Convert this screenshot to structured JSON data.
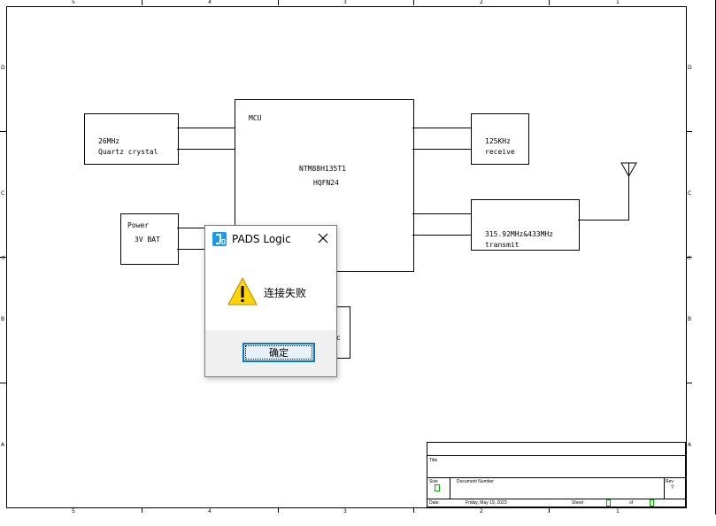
{
  "sheet": {
    "columns_top": [
      "5",
      "4",
      "3",
      "2",
      "1"
    ],
    "columns_bottom": [
      "5",
      "4",
      "3",
      "2",
      "1"
    ],
    "rows_left": [
      "D",
      "C",
      "B",
      "A"
    ],
    "rows_right": [
      "D",
      "C",
      "B",
      "A"
    ]
  },
  "blocks": {
    "crystal": {
      "line1": "26MHz",
      "line2": "Quartz crystal"
    },
    "power": {
      "line1": "Power",
      "line2": "3V BAT"
    },
    "mcu": {
      "label": "MCU",
      "part": "NTM88H135T1",
      "package": "HQFN24"
    },
    "receive": {
      "line1": "125KHz",
      "line2": "receive"
    },
    "transmit": {
      "line1": "315.92MHz&433MHz",
      "line2": "transmit"
    },
    "partial": {
      "text": "c"
    }
  },
  "title_block": {
    "title_label": "Title",
    "size_label": "Size",
    "docnum_label": "Document Number",
    "rev_label": "Rev",
    "rev_value": "?",
    "date_label": "Date:",
    "date_value": "Friday, May 19, 2023",
    "sheet_label": "Sheet",
    "of_label": "of"
  },
  "dialog": {
    "title": "PADS Logic",
    "message": "连接失败",
    "ok_label": "确定"
  },
  "colors": {
    "dialog_footer": "#f0f0f0",
    "button_border": "#0078d7",
    "warning_yellow": "#ffd400",
    "title_icon_blue": "#1c9be6",
    "field_marker": "#00aa00"
  }
}
